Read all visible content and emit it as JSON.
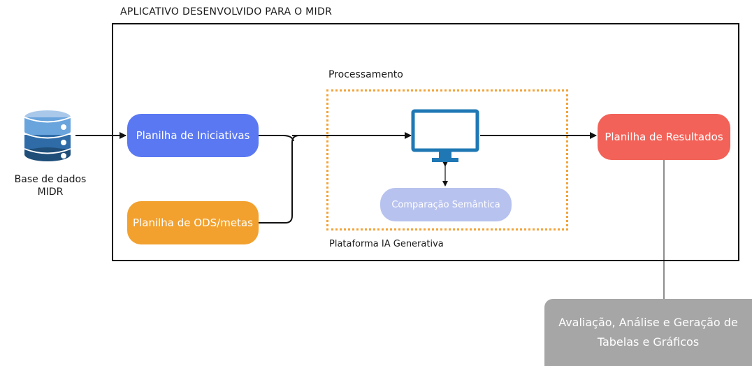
{
  "title": "APLICATIVO DESENVOLVIDO PARA O MIDR",
  "processing_label": "Processamento",
  "platform_label": "Plataforma IA Generativa",
  "database": {
    "label_line1": "Base de dados",
    "label_line2": "MIDR",
    "icon": "database-icon"
  },
  "nodes": {
    "iniciativas": "Planilha de Iniciativas",
    "ods": "Planilha de ODS/metas",
    "resultados": "Planilha de Resultados",
    "comparacao": "Comparação Semântica",
    "output_line1": "Avaliação, Análise e Geração de",
    "output_line2": "Tabelas e Gráficos"
  },
  "colors": {
    "iniciativas": "#5a78f2",
    "ods": "#f2a12e",
    "resultados": "#f26258",
    "comparacao": "#b8c2ee",
    "output": "#a6a6a6",
    "processing_border": "#f2a33a",
    "monitor": "#1f78b4",
    "database": "#1f4e79"
  },
  "monitor_icon": "monitor-icon"
}
